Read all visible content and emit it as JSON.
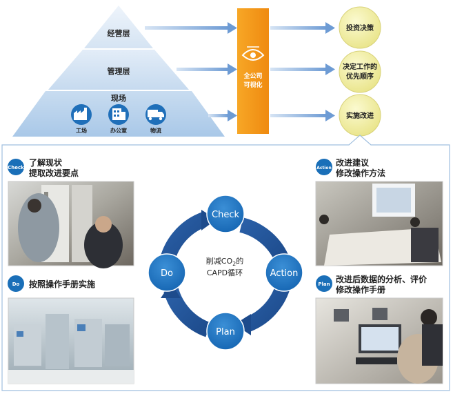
{
  "pyramid": {
    "top_label": "经营层",
    "middle_label": "管理层",
    "bottom_label": "现场",
    "icons": [
      {
        "icon": "factory-icon",
        "label": "工场"
      },
      {
        "icon": "office-building-icon",
        "label": "办公室"
      },
      {
        "icon": "truck-icon",
        "label": "物流"
      }
    ]
  },
  "visualization": {
    "line1": "全公司",
    "line2": "可视化",
    "icon": "eye-icon"
  },
  "outcomes": [
    {
      "lines": [
        "投资决策"
      ]
    },
    {
      "lines": [
        "决定工作的",
        "优先顺序"
      ]
    },
    {
      "lines": [
        "实施改进"
      ]
    }
  ],
  "cycle": {
    "center_line1": "削减CO",
    "center_sub": "2",
    "center_line1_suffix": "的",
    "center_line2": "CAPD循环",
    "nodes": {
      "check": "Check",
      "action": "Action",
      "plan": "Plan",
      "do": "Do"
    }
  },
  "steps": {
    "check": {
      "badge": "Check",
      "line1": "了解现状",
      "line2": "提取改进要点"
    },
    "do": {
      "badge": "Do",
      "line1": "按照操作手册实施"
    },
    "action": {
      "badge": "Action",
      "line1": "改进建议",
      "line2": "修改操作方法"
    },
    "plan": {
      "badge": "Plan",
      "line1": "改进后数据的分析、评价",
      "line2": "修改操作手册"
    }
  },
  "colors": {
    "pyramid_light": "#dbe8f5",
    "pyramid_base": "#b9d3ec",
    "orange": "#f39a1c",
    "yellow": "#f1ee9d",
    "cycle_blue": "#1a6fb8",
    "arrow_blue": "#7aa6da"
  }
}
